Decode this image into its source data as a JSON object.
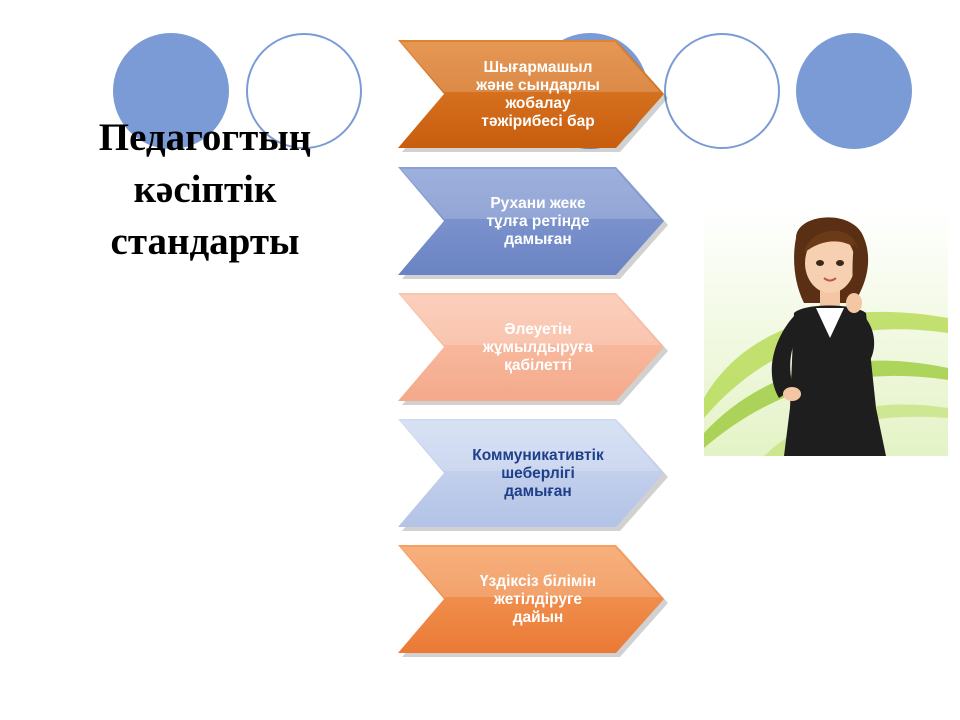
{
  "title": {
    "lines": [
      "Педагогтың",
      "кәсіптік",
      "стандарты"
    ]
  },
  "standards": [
    {
      "lines": [
        "Шығармашыл",
        "және сындарлы",
        "жобалау",
        "тәжірибесі бар"
      ],
      "fill": "#c85d0e",
      "fill_light": "#e0822f",
      "text_color": "#ffffff"
    },
    {
      "lines": [
        "Рухани жеке",
        "тұлға ретінде",
        "дамыған"
      ],
      "fill": "#6a83c2",
      "fill_light": "#8aa0d6",
      "text_color": "#ffffff"
    },
    {
      "lines": [
        "Әлеуетін",
        "жұмылдыруға",
        "қабілетті"
      ],
      "fill": "#f4a98a",
      "fill_light": "#fbc6af",
      "text_color": "#ffffff"
    },
    {
      "lines": [
        "Коммуникативтік",
        "шеберлігі",
        "дамыған"
      ],
      "fill": "#b3c3e6",
      "fill_light": "#d0dcf2",
      "text_color": "#1f3f8a"
    },
    {
      "lines": [
        "Үздіксіз білімін",
        "жетілдіруге",
        "дайын"
      ],
      "fill": "#ea7a35",
      "fill_light": "#f6a062",
      "text_color": "#ffffff"
    }
  ],
  "colors": {
    "circle_accent": "#7b9bd6",
    "teacher_suit": "#1e1e1e",
    "teacher_background_swoosh": "#a8d243"
  },
  "image": {
    "icon": "teacher-illustration"
  }
}
